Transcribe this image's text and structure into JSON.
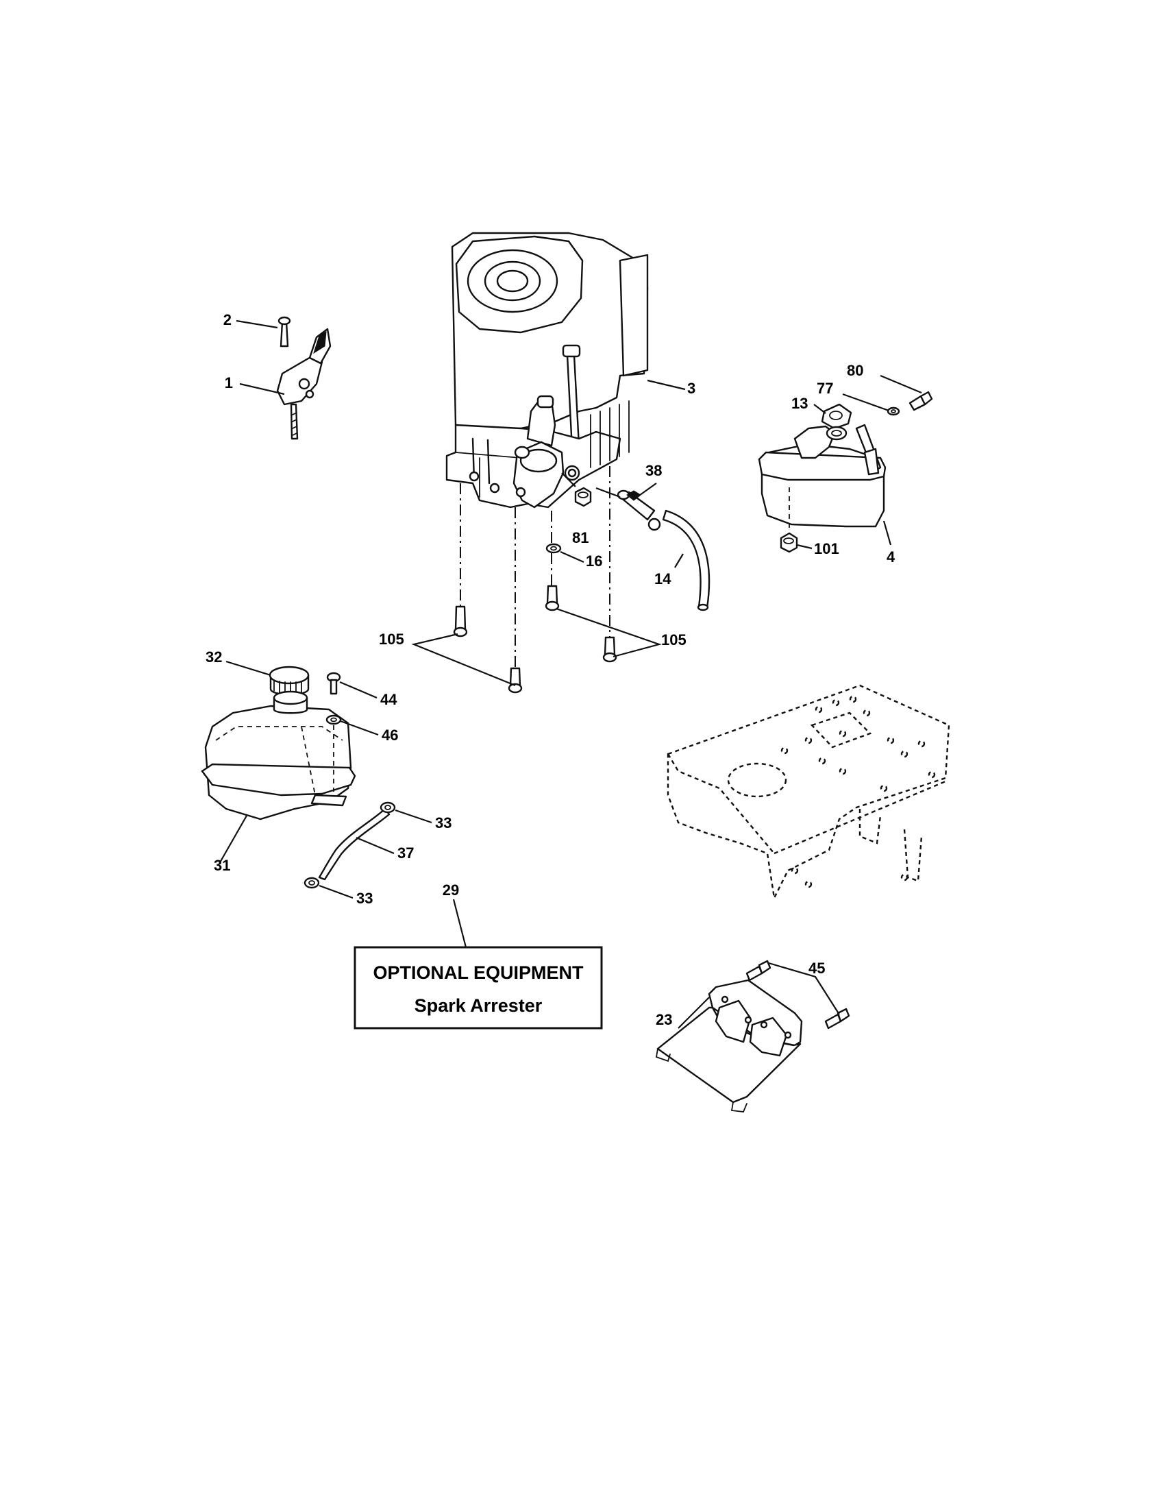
{
  "callouts": {
    "c1": "1",
    "c2": "2",
    "c3": "3",
    "c4": "4",
    "c13": "13",
    "c14": "14",
    "c16": "16",
    "c23": "23",
    "c29": "29",
    "c31": "31",
    "c32": "32",
    "c33a": "33",
    "c33b": "33",
    "c37": "37",
    "c38": "38",
    "c44": "44",
    "c45": "45",
    "c46": "46",
    "c77": "77",
    "c80": "80",
    "c81": "81",
    "c101": "101",
    "c105a": "105",
    "c105b": "105"
  },
  "optional_box": {
    "title": "OPTIONAL EQUIPMENT",
    "subtitle": "Spark Arrester"
  }
}
